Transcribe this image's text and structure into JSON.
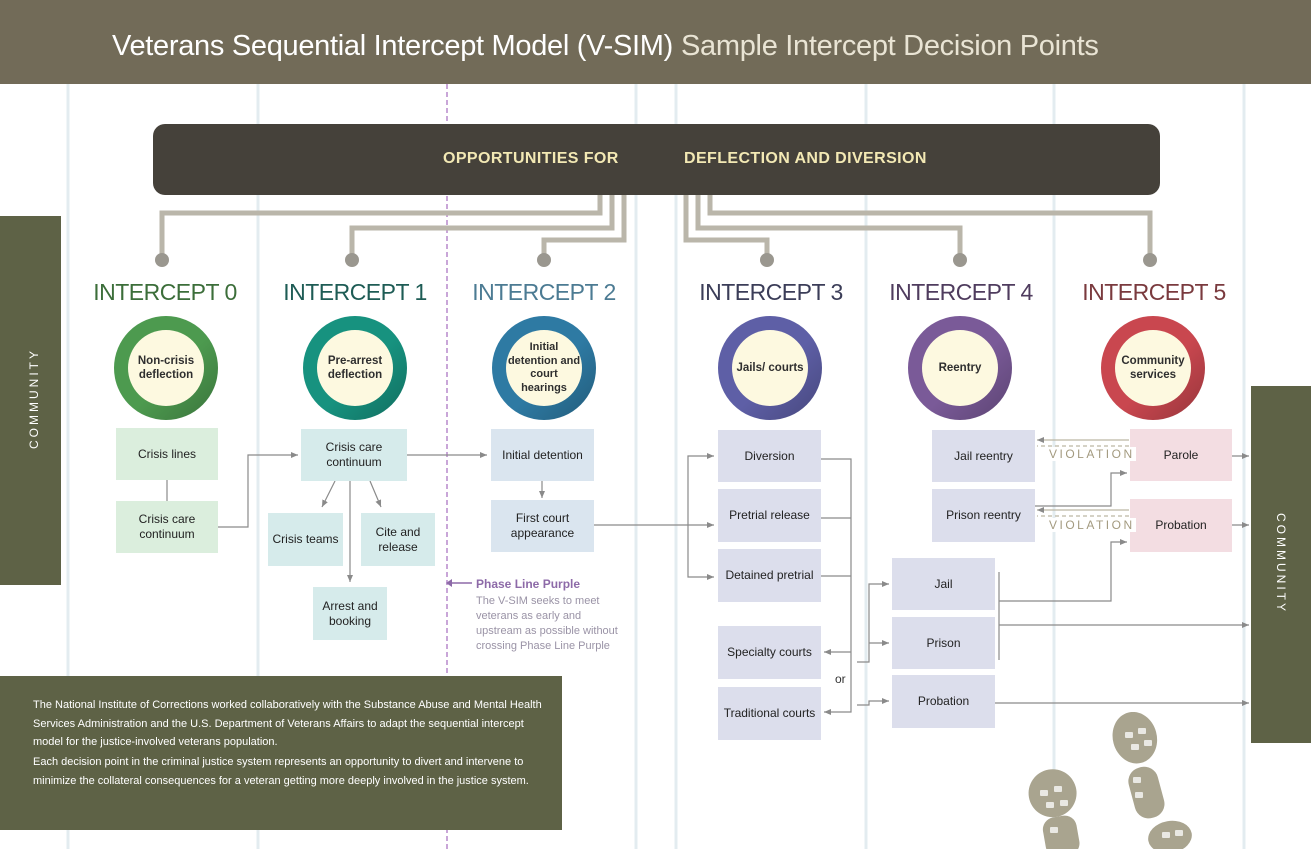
{
  "header": {
    "title": "Veterans Sequential Intercept Model (V-SIM)",
    "subtitle": "Sample Intercept Decision Points"
  },
  "banner": {
    "left_text": "OPPORTUNITIES FOR",
    "right_text": "DEFLECTION AND DIVERSION"
  },
  "community_label": "COMMUNITY",
  "intercepts": [
    {
      "title": "INTERCEPT 0",
      "circle_label": "Non-crisis deflection",
      "color": "#4d9a4f",
      "title_color": "#3c6e3a"
    },
    {
      "title": "INTERCEPT 1",
      "circle_label": "Pre-arrest deflection",
      "color": "#17927f",
      "title_color": "#1e5c55"
    },
    {
      "title": "INTERCEPT 2",
      "circle_label": "Initial detention and court hearings",
      "color": "#2e7aa3",
      "title_color": "#4c7b93"
    },
    {
      "title": "INTERCEPT 3",
      "circle_label": "Jails/ courts",
      "color": "#5e5fa6",
      "title_color": "#3b3d58"
    },
    {
      "title": "INTERCEPT 4",
      "circle_label": "Reentry",
      "color": "#7a5a98",
      "title_color": "#4f3c5e"
    },
    {
      "title": "INTERCEPT 5",
      "circle_label": "Community services",
      "color": "#c9474f",
      "title_color": "#7a3a3e"
    }
  ],
  "boxes": {
    "crisis_lines": "Crisis lines",
    "crisis_care_continuum_0": "Crisis care continuum",
    "crisis_care_continuum_1": "Crisis care continuum",
    "crisis_teams": "Crisis teams",
    "cite_and_release": "Cite and release",
    "arrest_and_booking": "Arrest and booking",
    "initial_detention": "Initial detention",
    "first_court_appearance": "First court appearance",
    "diversion": "Diversion",
    "pretrial_release": "Pretrial release",
    "detained_pretrial": "Detained pretrial",
    "specialty_courts": "Specialty courts",
    "traditional_courts": "Traditional courts",
    "jail": "Jail",
    "prison": "Prison",
    "probation_4": "Probation",
    "jail_reentry": "Jail reentry",
    "prison_reentry": "Prison reentry",
    "parole": "Parole",
    "probation_5": "Probation"
  },
  "violation_label": "VIOLATION",
  "or_label": "or",
  "phase_line": {
    "title": "Phase Line Purple",
    "description": "The V-SIM seeks to meet veterans as early and upstream as possible without crossing Phase Line Purple"
  },
  "note": {
    "paragraph_1": "The National Institute of Corrections worked collaboratively with the Substance Abuse and Mental Health Services Administration and the U.S. Department of Veterans Affairs to adapt the sequential intercept model for the justice-involved veterans population.",
    "paragraph_2": "Each decision point in the criminal justice system represents an opportunity to divert and intervene to minimize the collateral consequences for a veteran getting more deeply involved in the justice system."
  }
}
